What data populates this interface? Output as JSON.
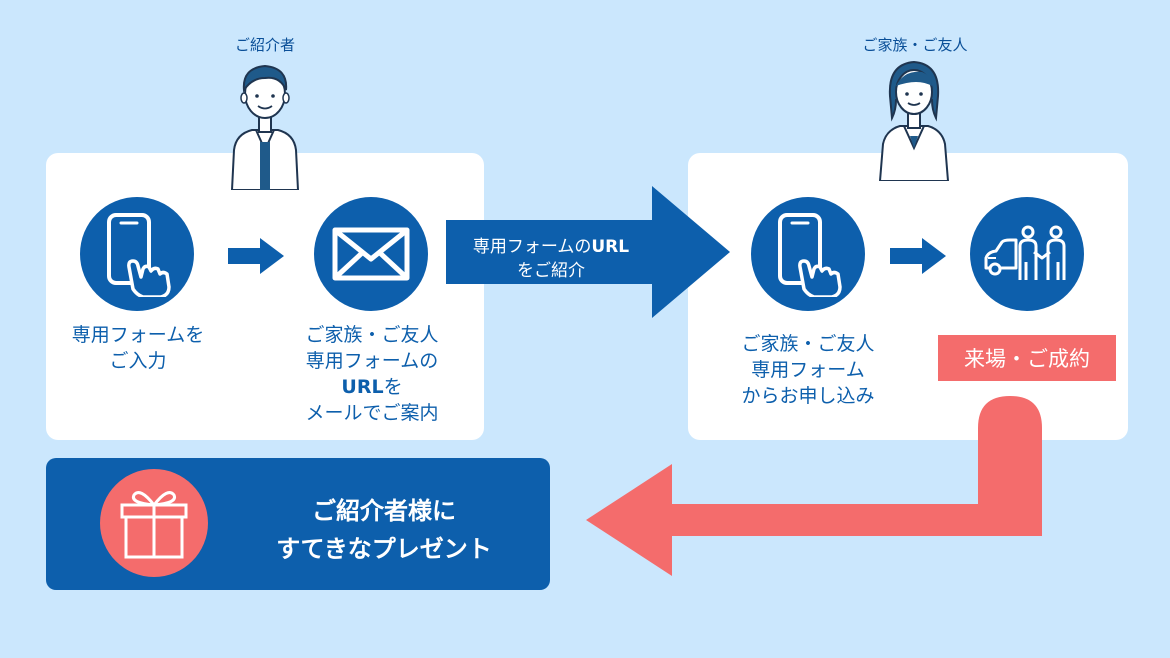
{
  "people": {
    "referrer": "ご紹介者",
    "friend": "ご家族・ご友人"
  },
  "left_panel": {
    "step1_line1": "専用フォームを",
    "step1_line2": "ご入力",
    "step2_line1": "ご家族・ご友人",
    "step2_line2": "専用フォームの",
    "step2_line3_bold": "URL",
    "step2_line3_rest": "を",
    "step2_line4": "メールでご案内"
  },
  "big_arrow": {
    "line1_text": "専用フォームの",
    "line1_bold": "URL",
    "line2": "をご紹介"
  },
  "right_panel": {
    "step3_line1": "ご家族・ご友人",
    "step3_line2": "専用フォーム",
    "step3_line3": "からお申し込み",
    "visit_label": "来場・ご成約"
  },
  "present": {
    "line1": "ご紹介者様に",
    "line2": "すてきなプレゼント"
  },
  "icons": [
    "phone-touch-icon",
    "arrow-right-icon",
    "mail-icon",
    "car-handshake-icon",
    "gift-icon",
    "person-male-icon",
    "person-female-icon"
  ],
  "colors": {
    "background": "#cbe7fd",
    "primary_blue": "#0d5fac",
    "accent_red": "#f46c6c",
    "panel": "#ffffff"
  }
}
